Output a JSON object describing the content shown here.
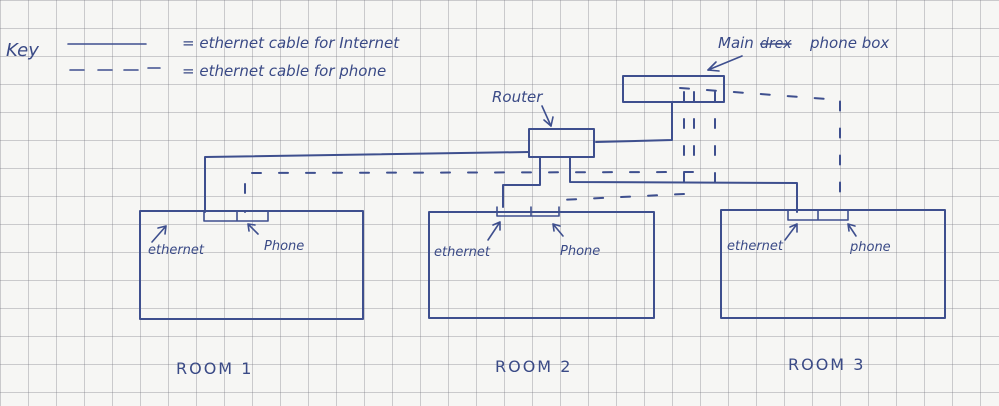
{
  "key": {
    "title": "Key",
    "solid_line": "= ethernet cable for Internet",
    "dashed_line": "= ethernet cable for phone"
  },
  "labels": {
    "main_box_prefix": "Main",
    "main_box_struck": "drex",
    "main_box_suffix": "phone box",
    "router": "Router"
  },
  "rooms": [
    {
      "name": "ROOM 1",
      "ethernet": "ethernet",
      "phone": "Phone"
    },
    {
      "name": "ROOM 2",
      "ethernet": "ethernet",
      "phone": "Phone"
    },
    {
      "name": "ROOM 3",
      "ethernet": "ethernet",
      "phone": "phone"
    }
  ],
  "colors": {
    "ink": "#3e4f8e",
    "paper": "#f6f6f4",
    "grid": "#9a9aa6"
  }
}
